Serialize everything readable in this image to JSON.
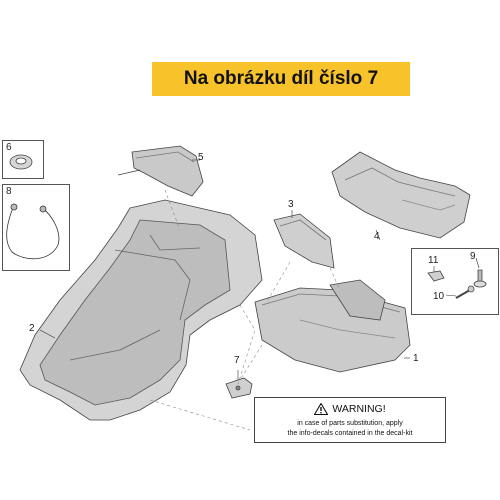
{
  "banner": {
    "text": "Na obrázku díl číslo 7",
    "color": "#f7c22a"
  },
  "callouts": {
    "c1": "1",
    "c2": "2",
    "c3": "3",
    "c4": "4",
    "c5": "5",
    "c6": "6",
    "c7": "7",
    "c8": "8",
    "c9": "9",
    "c10": "10",
    "c11": "11"
  },
  "warning": {
    "title": "WARNING!",
    "line1": "in case of parts substitution, apply",
    "line2": "the info-decals contained in the decal-kit",
    "icon": "warning-triangle-icon"
  }
}
